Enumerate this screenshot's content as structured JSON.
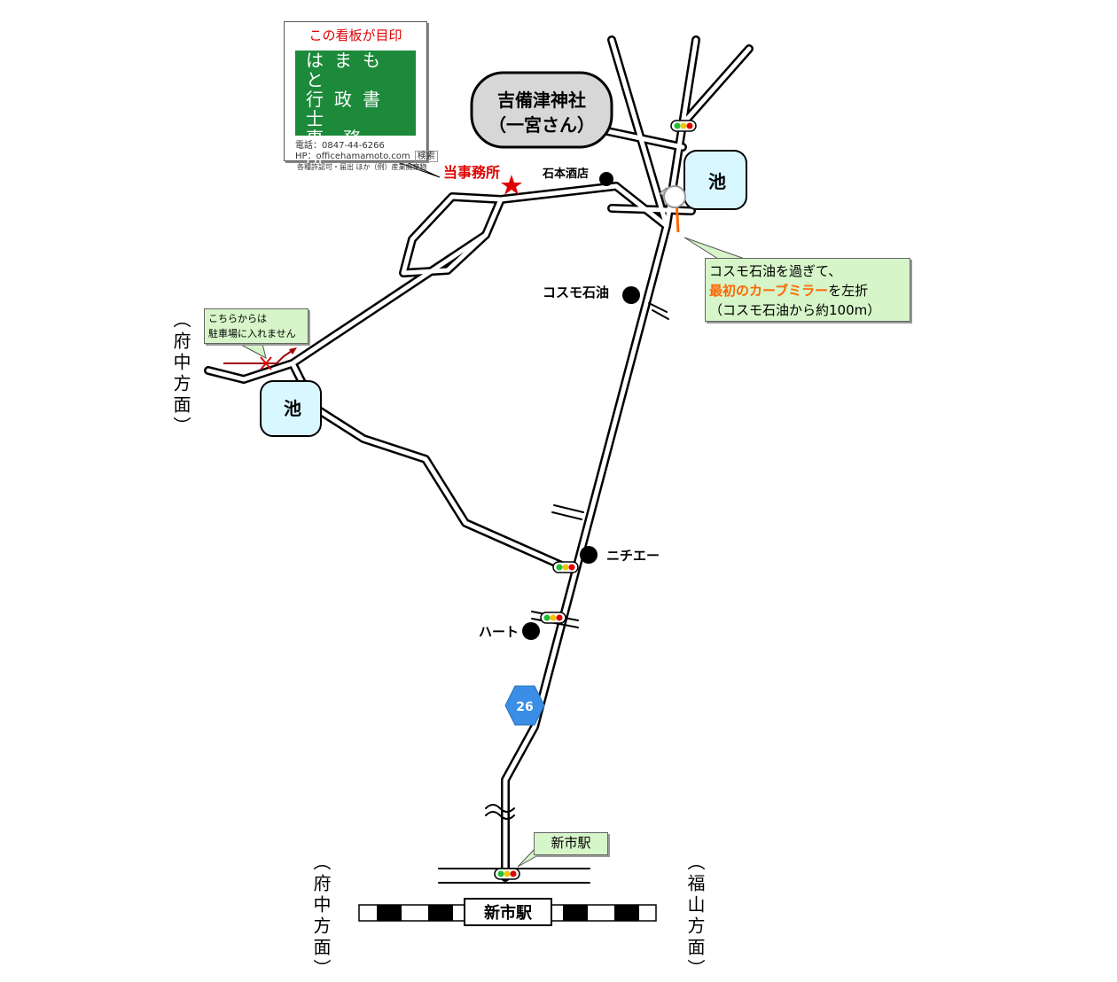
{
  "sign": {
    "title": "この看板が目印",
    "line1": "はまもと",
    "line2": "行政書士",
    "line3": "事務所",
    "phone": "電話：0847-44-6266",
    "hp": "HP：officehamamoto.com",
    "search": "検索",
    "footer": "各種許認可・届出 ほか（例）産業廃棄物"
  },
  "labels": {
    "office": "当事務所",
    "shrine_line1": "吉備津神社",
    "shrine_line2": "（一宮さん）",
    "ishimoto": "石本酒店",
    "pond_top": "池",
    "pond_left": "池",
    "cosmo": "コスモ石油",
    "nichie": "ニチエー",
    "heart": "ハート",
    "route": "26",
    "station": "新市駅",
    "fuchu_top": "（府中方面）",
    "fuchu_bottom": "（府中方面）",
    "fukuyama": "（福山方面）"
  },
  "notes": {
    "direction_line1": "コスモ石油を過ぎて、",
    "direction_highlight": "最初のカーブミラー",
    "direction_suffix": "を左折",
    "direction_line3": "（コスモ石油から約100m）",
    "parking_line1": "こちらからは",
    "parking_line2": "駐車場に入れません",
    "station_callout": "新市駅"
  },
  "colors": {
    "sign_green": "#1c8a3a",
    "pond": "#d8f7ff",
    "note_bg": "#d6f5c8",
    "route_badge": "#3a8ee6",
    "accent_red": "#e00000",
    "highlight_orange": "#ff6600"
  },
  "icons": [
    "star-icon",
    "traffic-light-icon",
    "curve-mirror-icon",
    "route-shield-icon",
    "no-entry-cross-icon",
    "arrow-icon"
  ]
}
